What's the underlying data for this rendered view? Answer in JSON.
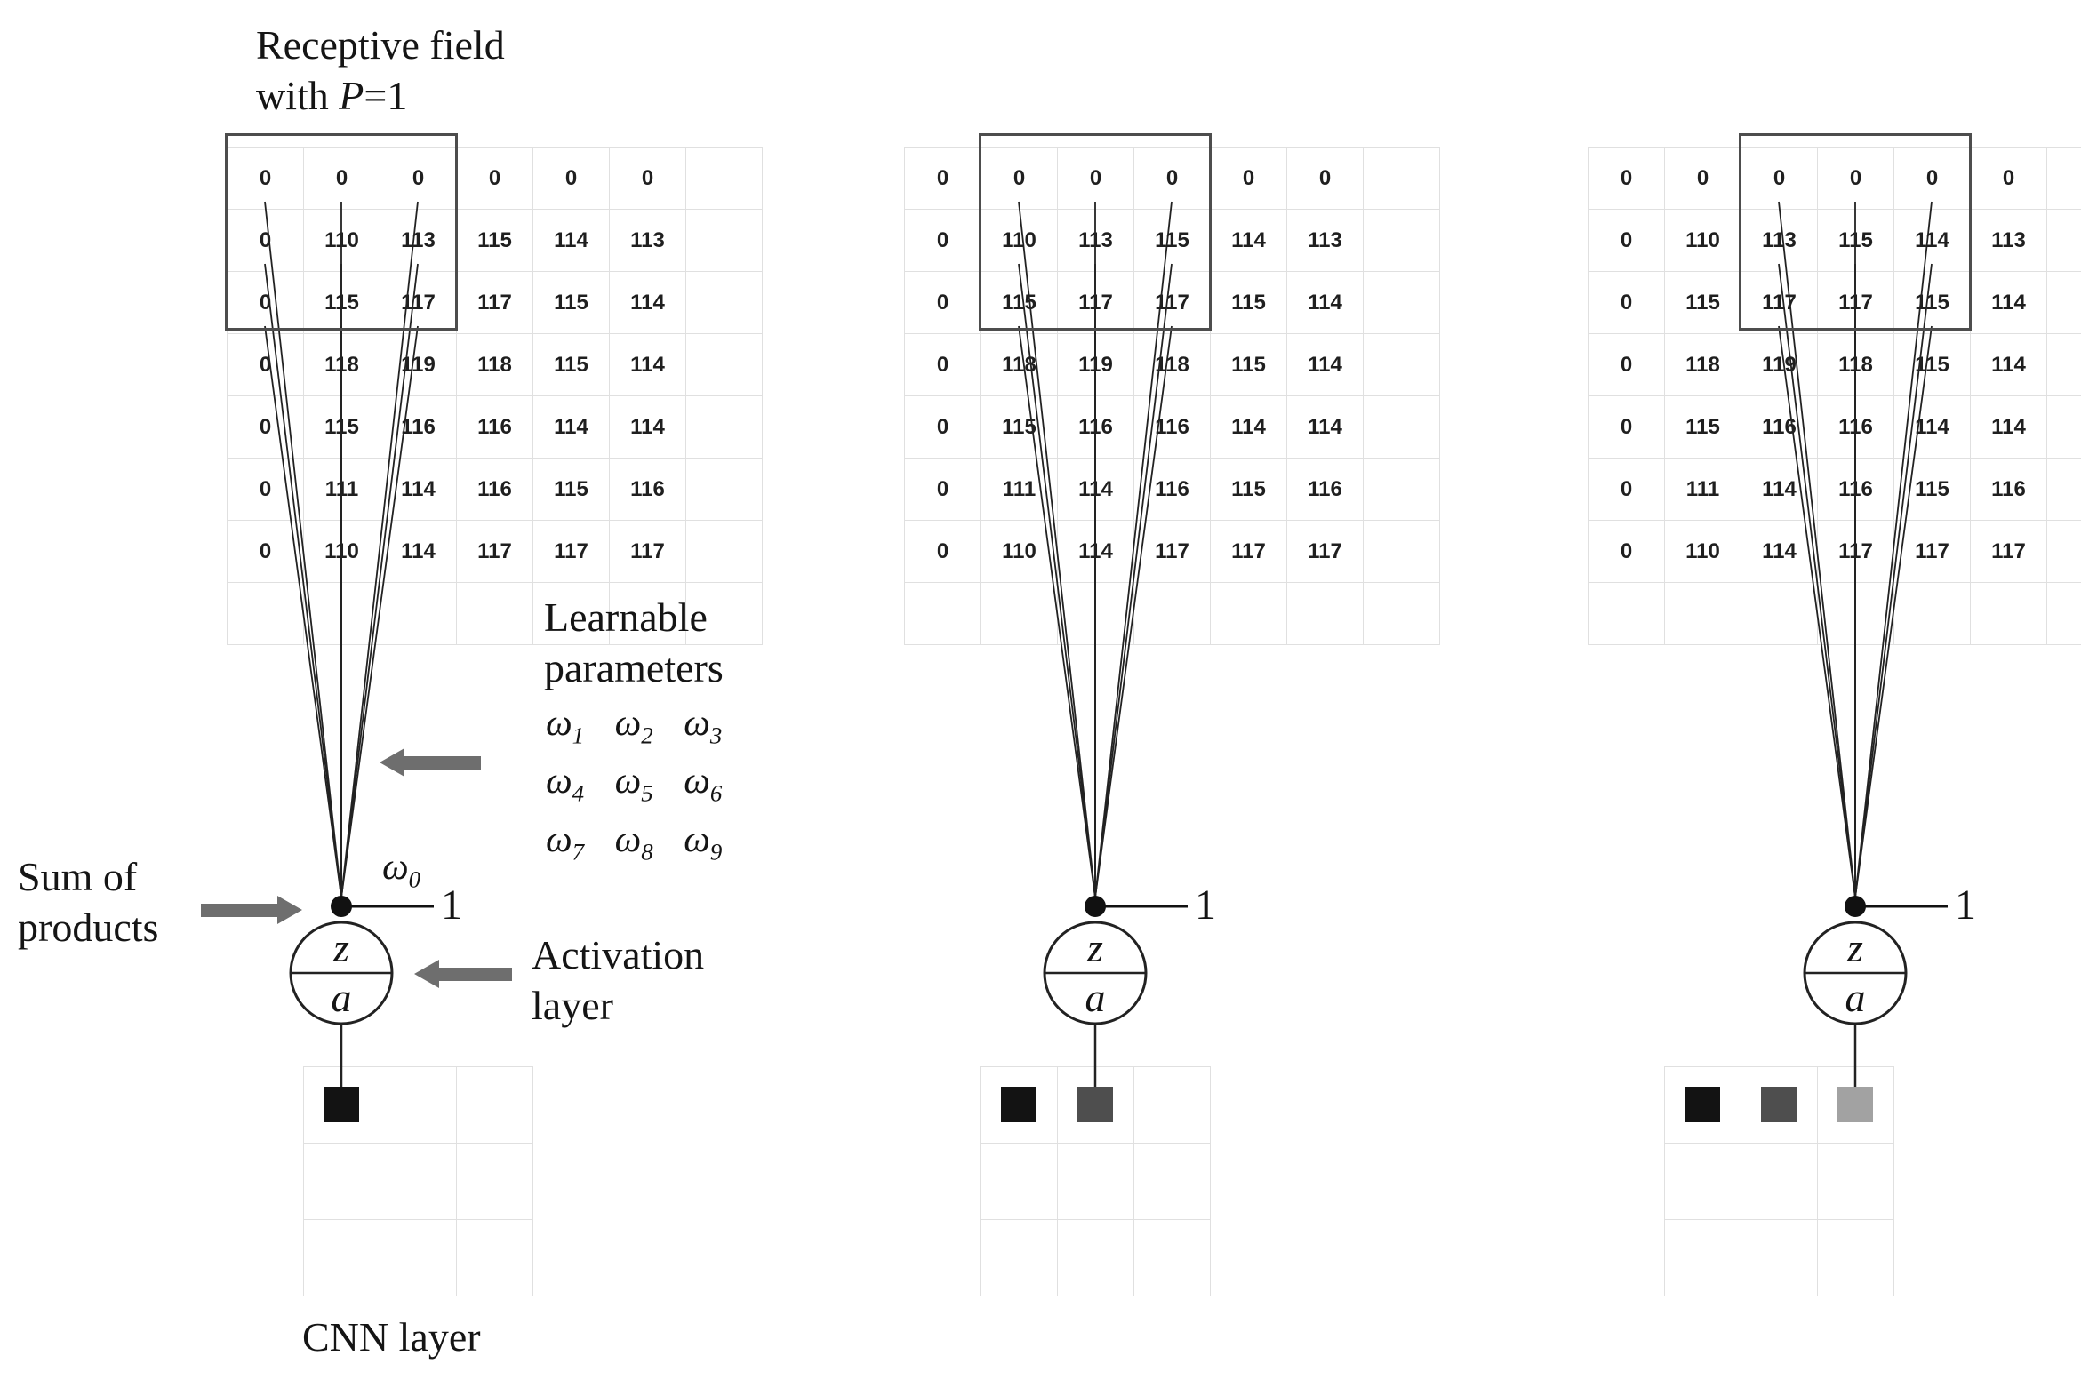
{
  "figure": {
    "annotations": {
      "receptive_field": {
        "line1": "Receptive field",
        "line2_pre": "with ",
        "line2_var": "P",
        "line2_post": "=1"
      },
      "learnable": {
        "line1": "Learnable",
        "line2": "parameters"
      },
      "weights_rows": [
        "ω1 ω2 ω3",
        "ω4 ω5 ω6",
        "ω7 ω8 ω9"
      ],
      "sum_of_products": {
        "line1": "Sum of",
        "line2": "products"
      },
      "bias_weight": "ω0",
      "activation": {
        "line1": "Activation",
        "line2": "layer"
      },
      "cnn_layer": "CNN layer"
    },
    "neuron": {
      "top": "z",
      "bottom": "a",
      "bias": "1"
    },
    "input_grid": {
      "values": [
        [
          "0",
          "0",
          "0",
          "0",
          "0",
          "0"
        ],
        [
          "0",
          "110",
          "113",
          "115",
          "114",
          "113"
        ],
        [
          "0",
          "115",
          "117",
          "117",
          "115",
          "114"
        ],
        [
          "0",
          "118",
          "119",
          "118",
          "115",
          "114"
        ],
        [
          "0",
          "115",
          "116",
          "116",
          "114",
          "114"
        ],
        [
          "0",
          "111",
          "114",
          "116",
          "115",
          "116"
        ],
        [
          "0",
          "110",
          "114",
          "117",
          "117",
          "117"
        ]
      ]
    },
    "panels": [
      {
        "receptive_field_col": 0,
        "outputs": [
          "#131313"
        ]
      },
      {
        "receptive_field_col": 1,
        "outputs": [
          "#131313",
          "#4e4e4e"
        ]
      },
      {
        "receptive_field_col": 2,
        "outputs": [
          "#131313",
          "#4e4e4e",
          "#a2a2a2"
        ]
      }
    ]
  }
}
